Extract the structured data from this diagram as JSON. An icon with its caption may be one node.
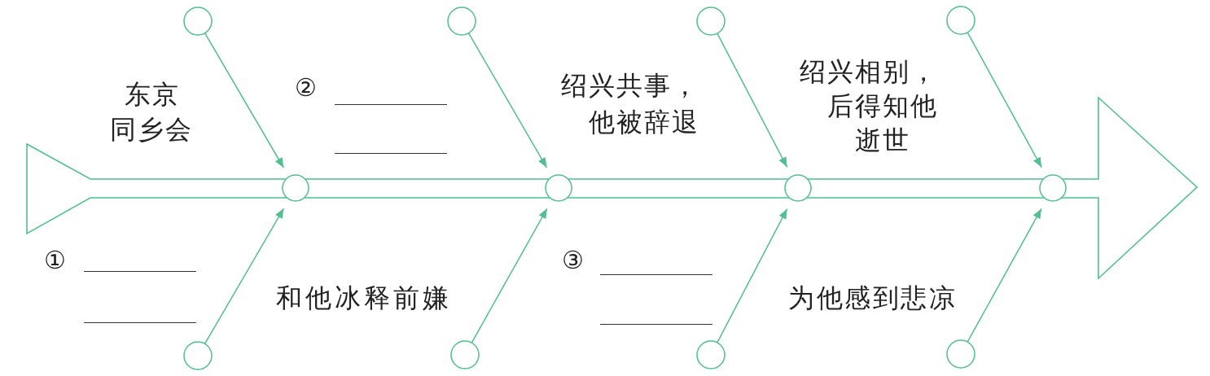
{
  "diagram": {
    "nodes": [
      {
        "text": [],
        "shape": "circle"
      },
      {
        "text": [],
        "shape": "circle"
      },
      {
        "text": [],
        "shape": "circle"
      },
      {
        "text": [],
        "shape": "circle"
      },
      {
        "text": [],
        "shape": "circle"
      },
      {
        "text": [],
        "shape": "circle"
      },
      {
        "text": [],
        "shape": "circle"
      },
      {
        "text": [],
        "shape": "circle"
      },
      {
        "text": [],
        "shape": "circle"
      },
      {
        "text": [],
        "shape": "circle"
      },
      {
        "text": [],
        "shape": "circle"
      },
      {
        "text": [],
        "shape": "circle"
      }
    ],
    "edges": [
      {
        "from": 0,
        "to": 4,
        "arrow": "to"
      },
      {
        "from": 8,
        "to": 4,
        "arrow": "to"
      },
      {
        "from": 1,
        "to": 5,
        "arrow": "to"
      },
      {
        "from": 9,
        "to": 5,
        "arrow": "to"
      },
      {
        "from": 2,
        "to": 6,
        "arrow": "to"
      },
      {
        "from": 10,
        "to": 6,
        "arrow": "to"
      },
      {
        "from": 3,
        "to": 7,
        "arrow": "to"
      },
      {
        "from": 11,
        "to": 7,
        "arrow": "to"
      }
    ],
    "labels": [
      "东京同乡会",
      "②",
      "绍兴共事，他被辞退",
      "绍兴相别，后得知他逝世",
      "①",
      "和他冰释前嫌",
      "③",
      "为他感到悲凉"
    ]
  }
}
